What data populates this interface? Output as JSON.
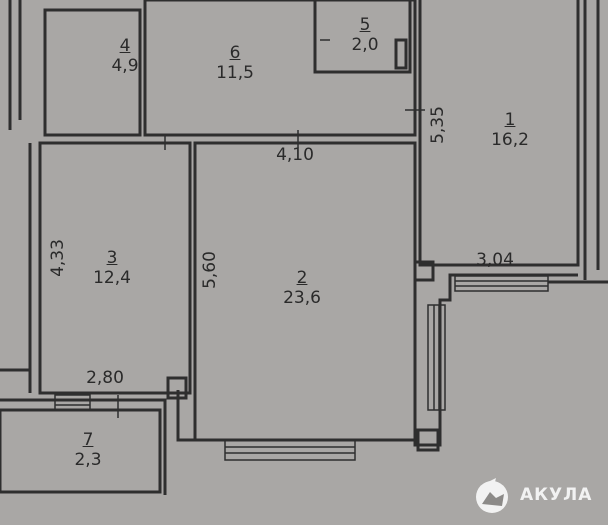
{
  "rooms": [
    {
      "number": "1",
      "area": "16,2"
    },
    {
      "number": "2",
      "area": "23,6"
    },
    {
      "number": "3",
      "area": "12,4"
    },
    {
      "number": "4",
      "area": "4,9"
    },
    {
      "number": "5",
      "area": "2,0"
    },
    {
      "number": "6",
      "area": "11,5"
    },
    {
      "number": "7",
      "area": "2,3"
    }
  ],
  "dimensions": {
    "room2_width": "4,10",
    "room1_height": "5,35",
    "room3_height": "4,33",
    "room2_height": "5,60",
    "room1_window": "3,04",
    "room3_width": "2,80"
  },
  "logo": {
    "text": "АКУЛА"
  },
  "colors": {
    "background": "#a9a7a5",
    "wall": "#2e2e2e",
    "logo": "#f2f2f2"
  }
}
